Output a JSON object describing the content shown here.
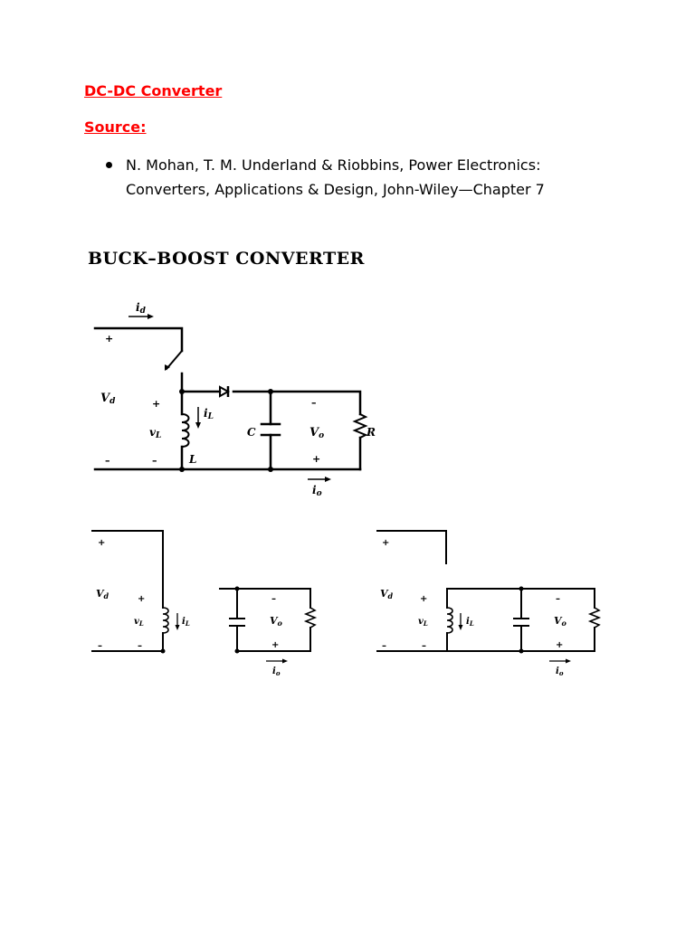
{
  "document": {
    "title": "DC-DC Converter",
    "source_heading": "Source:",
    "bullets": [
      {
        "line1": "N. Mohan, T. M. Underland & Riobbins, Power Electronics:",
        "line2": "Converters, Applications & Design, John-Wiley—Chapter  7"
      }
    ],
    "title_color": "#ff0000"
  },
  "figure": {
    "title": "BUCK–BOOST CONVERTER",
    "main": {
      "id": "i",
      "id_sub": "d",
      "vd": "V",
      "vd_sub": "d",
      "vl": "v",
      "vl_sub": "L",
      "il": "i",
      "il_sub": "L",
      "l": "L",
      "c": "C",
      "vo": "V",
      "vo_sub": "o",
      "r": "R",
      "io": "i",
      "io_sub": "o",
      "plus": "+",
      "minus": "–"
    },
    "left": {
      "vd": "V",
      "vd_sub": "d",
      "vl": "v",
      "vl_sub": "L",
      "il": "i",
      "il_sub": "L",
      "vo": "V",
      "vo_sub": "o",
      "io": "i",
      "io_sub": "o",
      "plus": "+",
      "minus": "–"
    },
    "right": {
      "vd": "V",
      "vd_sub": "d",
      "vl": "v",
      "vl_sub": "L",
      "il": "i",
      "il_sub": "L",
      "vo": "V",
      "vo_sub": "o",
      "io": "i",
      "io_sub": "o",
      "plus": "+",
      "minus": "–"
    }
  }
}
